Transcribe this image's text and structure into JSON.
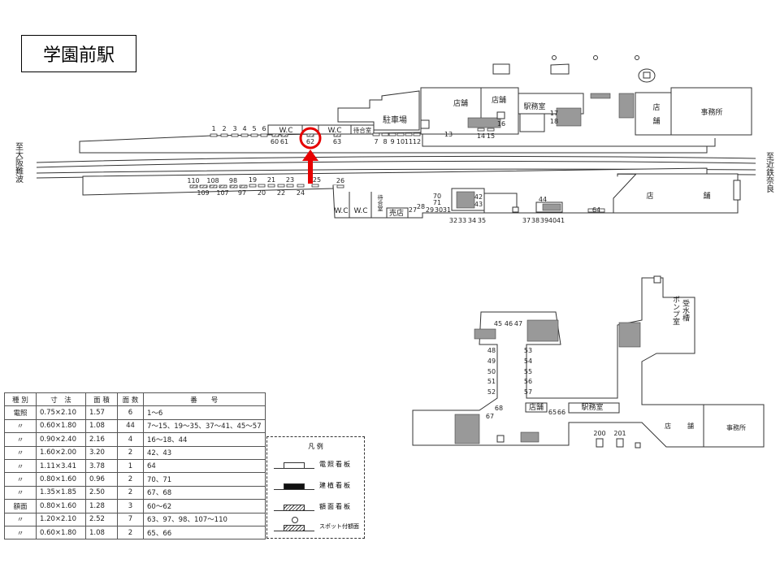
{
  "title": "学園前駅",
  "directions": {
    "west": "至大阪難波",
    "east": "至近鉄奈良"
  },
  "facilities": {
    "wc": "W.C",
    "waiting_room": "待合室",
    "parking": "駐車場",
    "shop": "店舗",
    "shop_a": "店",
    "shop_b": "舗",
    "station_office": "駅務室",
    "office": "事務所",
    "kiosk": "売店",
    "pump_room_a": "受水槽",
    "pump_room_b": "ポンプ室"
  },
  "signs": {
    "upper": [
      "1",
      "2",
      "3",
      "4",
      "5",
      "6",
      "60",
      "61",
      "62",
      "63",
      "7",
      "8",
      "9",
      "10",
      "11",
      "12",
      "13",
      "14",
      "15",
      "16",
      "17",
      "18"
    ],
    "lower": [
      "110",
      "108",
      "98",
      "19",
      "21",
      "23",
      "25",
      "26",
      "109",
      "107",
      "97",
      "20",
      "22",
      "24",
      "27",
      "28",
      "29",
      "30",
      "31",
      "70",
      "71",
      "32",
      "33",
      "34",
      "35",
      "42",
      "43",
      "44",
      "37",
      "38",
      "39",
      "40",
      "41",
      "64"
    ],
    "concourse": [
      "45",
      "46",
      "47",
      "48",
      "49",
      "50",
      "51",
      "52",
      "53",
      "54",
      "55",
      "56",
      "57",
      "65",
      "66",
      "67",
      "68",
      "200",
      "201"
    ]
  },
  "highlight": {
    "sign": "62",
    "color": "#e60000"
  },
  "table": {
    "headers": [
      "種 別",
      "寸　法",
      "面 積",
      "面 数",
      "番　　号"
    ],
    "rows": [
      [
        "電照",
        "0.75×2.10",
        "1.57",
        "6",
        "1〜6"
      ],
      [
        "〃",
        "0.60×1.80",
        "1.08",
        "44",
        "7〜15、19〜35、37〜41、45〜57"
      ],
      [
        "〃",
        "0.90×2.40",
        "2.16",
        "4",
        "16〜18、44"
      ],
      [
        "〃",
        "1.60×2.00",
        "3.20",
        "2",
        "42、43"
      ],
      [
        "〃",
        "1.11×3.41",
        "3.78",
        "1",
        "64"
      ],
      [
        "〃",
        "0.80×1.60",
        "0.96",
        "2",
        "70、71"
      ],
      [
        "〃",
        "1.35×1.85",
        "2.50",
        "2",
        "67、68"
      ],
      [
        "額面",
        "0.80×1.60",
        "1.28",
        "3",
        "60〜62"
      ],
      [
        "〃",
        "1.20×2.10",
        "2.52",
        "7",
        "63、97、98、107〜110"
      ],
      [
        "〃",
        "0.60×1.80",
        "1.08",
        "2",
        "65、66"
      ]
    ]
  },
  "legend": {
    "title": "凡 例",
    "items": [
      "電照看板",
      "建植看板",
      "額面看板",
      "スポット付額面"
    ]
  }
}
